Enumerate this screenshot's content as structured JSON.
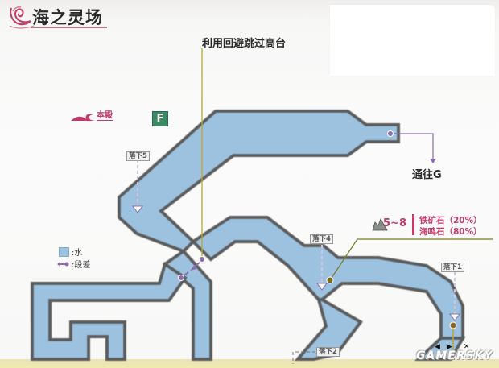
{
  "header": {
    "title": "海之灵场"
  },
  "annotations": {
    "jump_tip": "利用回避跳过高台",
    "goto_g": "通往G",
    "honden_link": "本殿",
    "floor_badge": "F"
  },
  "drop_points": [
    {
      "label": "落下5"
    },
    {
      "label": "落下4"
    },
    {
      "label": "落下1"
    },
    {
      "label": "落下2"
    }
  ],
  "legend": {
    "water": ":水",
    "step": ":段差"
  },
  "ore": {
    "level": "5~8",
    "items": [
      {
        "name": "铁矿石",
        "rate": "（20%）"
      },
      {
        "name": "海鸣石",
        "rate": "（80%）"
      }
    ]
  },
  "nav": {
    "prev": "◀",
    "next": "▶",
    "close": "✕"
  },
  "watermark": "GAMERSKY",
  "colors": {
    "water": "#9cc2e0",
    "wall": "#5a5a5a",
    "accent_pink": "#c23a66",
    "floor_green": "#3a8a66",
    "step_purple": "#8a6cb0",
    "callout_line": "#b8a63a"
  }
}
